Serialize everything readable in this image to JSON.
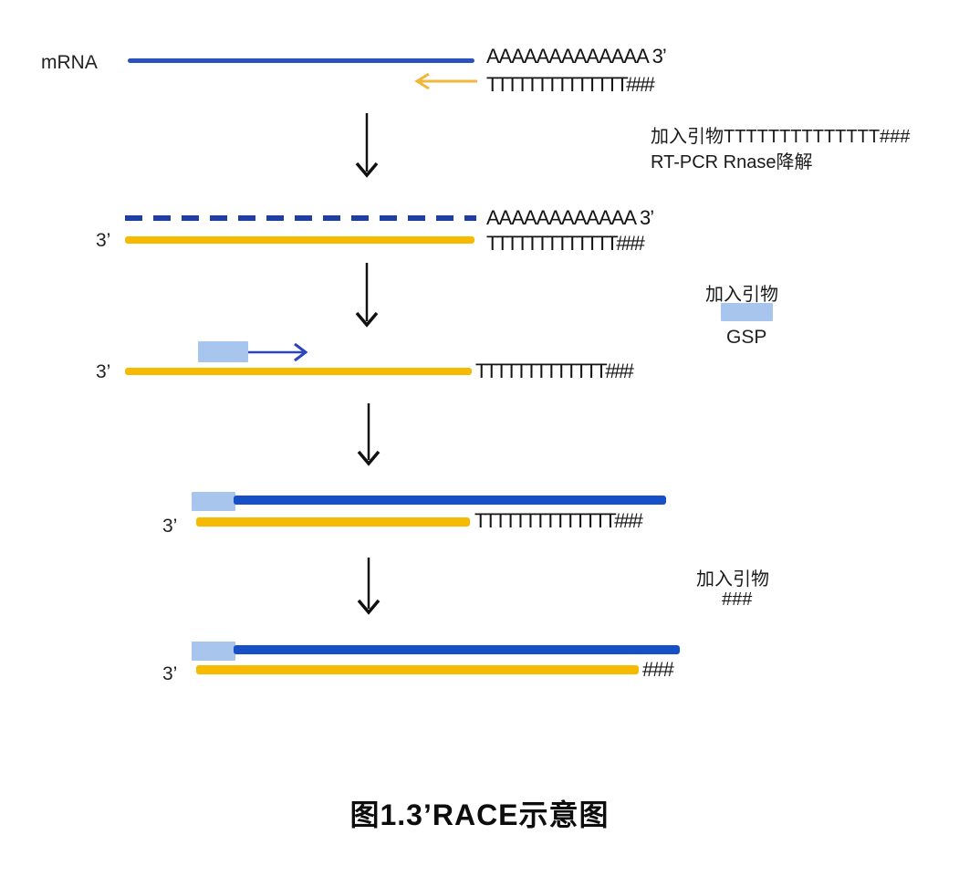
{
  "figure": {
    "title": "图1.3’RACE示意图"
  },
  "row1": {
    "mrna_label": "mRNA",
    "poly_a": "AAAAAAAAAAAAA 3’",
    "poly_t": "TTTTTTTTTTTTTT###"
  },
  "side_note_1": {
    "line1": "加入引物TTTTTTTTTTTTTT###",
    "line2": "RT-PCR Rnase降解"
  },
  "row2": {
    "end_label": "3’",
    "poly_a": "AAAAAAAAAAAA 3’",
    "poly_t": "TTTTTTTTTTTTT###"
  },
  "legend": {
    "caption": "加入引物",
    "primer_label": "GSP"
  },
  "row3": {
    "end_label": "3’",
    "poly_t": "TTTTTTTTTTTTT###"
  },
  "row4": {
    "end_label": "3’",
    "poly_t": "TTTTTTTTTTTTTT###"
  },
  "side_note_2": {
    "line1": "加入引物",
    "line2": "###"
  },
  "row5": {
    "end_label": "3’",
    "hash": "###"
  },
  "colors": {
    "mrna_blue": "#2b52bc",
    "cdna_blue": "#1750c6",
    "dashed_blue": "#1e3f9f",
    "rna_orange": "#f6ba00",
    "primer_light_blue": "#a8c5ee",
    "arrow_orange": "#f3b63a",
    "arrow_blue": "#2a44c0",
    "arrow_black": "#111111"
  }
}
